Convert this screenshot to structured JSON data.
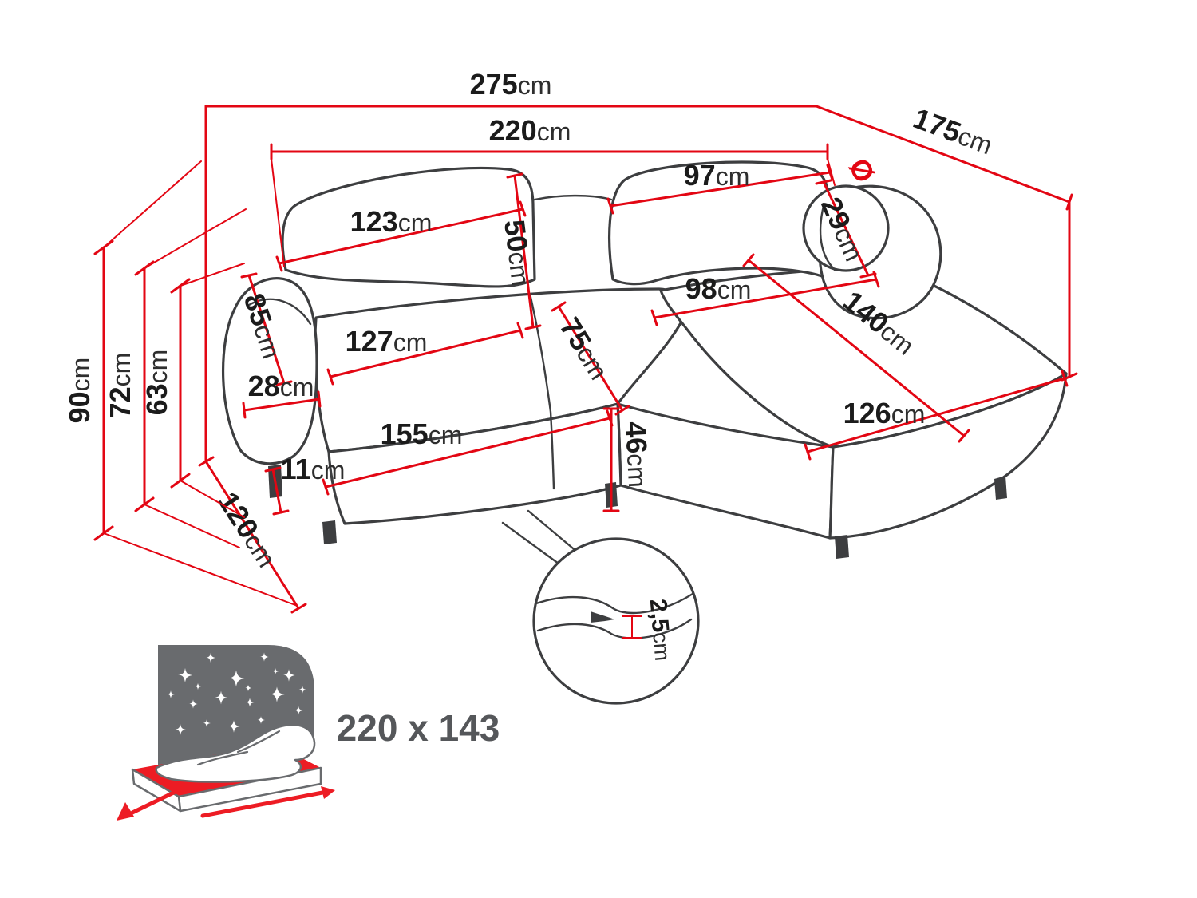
{
  "diagram": {
    "title": "Corner sofa dimensions diagram",
    "accent_color": "#e30613",
    "outline_color": "#3d3e40",
    "bed_icon_color": "#696b6e",
    "mattress_color": "#ed1c24",
    "dimensions": {
      "overall_width": {
        "value": "275",
        "unit": "cm"
      },
      "overall_depth": {
        "value": "175",
        "unit": "cm"
      },
      "back_width": {
        "value": "220",
        "unit": "cm"
      },
      "back_cushion_left_width": {
        "value": "123",
        "unit": "cm"
      },
      "back_cushion_right_width": {
        "value": "97",
        "unit": "cm"
      },
      "backrest_cushion_height": {
        "value": "50",
        "unit": "cm"
      },
      "bolster_diameter": {
        "prefix": "Ø",
        "value": "29",
        "unit": "cm"
      },
      "armrest_height": {
        "value": "85",
        "unit": "cm"
      },
      "armrest_width": {
        "value": "28",
        "unit": "cm"
      },
      "chaise_width_back": {
        "value": "98",
        "unit": "cm"
      },
      "chaise_length": {
        "value": "140",
        "unit": "cm"
      },
      "chaise_width_front": {
        "value": "126",
        "unit": "cm"
      },
      "seat_cushion_width": {
        "value": "127",
        "unit": "cm"
      },
      "seat_depth": {
        "value": "75",
        "unit": "cm"
      },
      "seat_front_width": {
        "value": "155",
        "unit": "cm"
      },
      "seat_height": {
        "value": "46",
        "unit": "cm"
      },
      "leg_height": {
        "value": "11",
        "unit": "cm"
      },
      "side_depth": {
        "value": "120",
        "unit": "cm"
      },
      "height_total": {
        "value": "90",
        "unit": "cm"
      },
      "height_backrest": {
        "value": "72",
        "unit": "cm"
      },
      "height_armrest": {
        "value": "63",
        "unit": "cm"
      },
      "cushion_gap": {
        "value": "2,5",
        "unit": "cm"
      }
    },
    "sleeping_area": {
      "label": "220 x 143"
    },
    "icons": {
      "star_icon": "four-point-star",
      "sofa_bed_icon": "fold-out-bed-pictogram",
      "detail_zoom_icon": "magnified-detail-circle"
    }
  }
}
